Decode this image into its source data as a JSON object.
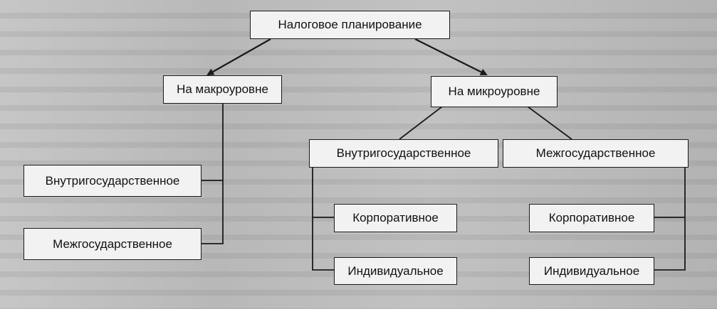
{
  "diagram": {
    "root": "Налоговое планирование",
    "macro": {
      "label": "На макроуровне",
      "children": [
        "Внутригосударственное",
        "Межгосударственное"
      ]
    },
    "micro": {
      "label": "На микроуровне",
      "groups": [
        {
          "label": "Внутригосударственное",
          "children": [
            "Корпоративное",
            "Индивидуальное"
          ]
        },
        {
          "label": "Межгосударственное",
          "children": [
            "Корпоративное",
            "Индивидуальное"
          ]
        }
      ]
    }
  },
  "colors": {
    "box_fill": "#f2f2f2",
    "line": "#1a1a1a",
    "background": "#bdbdbd"
  }
}
